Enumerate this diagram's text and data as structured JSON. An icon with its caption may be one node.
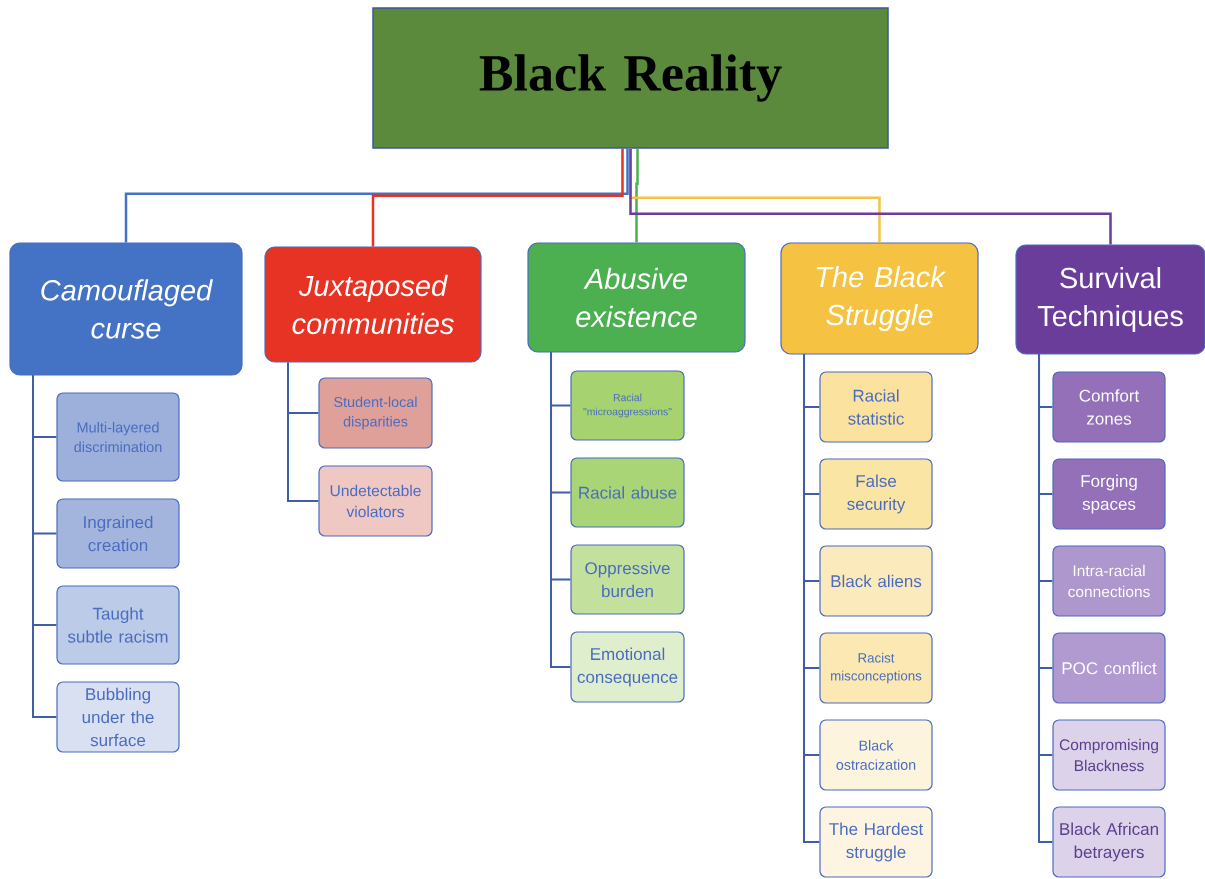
{
  "diagram": {
    "nodes": [
      {
        "text": [
          "Black Reality"
        ]
      },
      {
        "text": [
          "Camouflaged curse"
        ]
      },
      {
        "text": [
          "Juxtaposed communities"
        ]
      },
      {
        "text": [
          "Abusive existence"
        ]
      },
      {
        "text": [
          "The Black Struggle"
        ]
      },
      {
        "text": [
          "Survival Techniques"
        ]
      },
      {
        "text": [
          "Multi-layered discrimination"
        ]
      },
      {
        "text": [
          "Ingrained creation"
        ]
      },
      {
        "text": [
          "Taught subtle racism"
        ]
      },
      {
        "text": [
          "Bubbling under the surface"
        ]
      },
      {
        "text": [
          "Student-local disparities"
        ]
      },
      {
        "text": [
          "Undetectable violators"
        ]
      },
      {
        "text": [
          "Racial \"microaggressions\""
        ]
      },
      {
        "text": [
          "Racial abuse"
        ]
      },
      {
        "text": [
          "Oppressive burden"
        ]
      },
      {
        "text": [
          "Emotional consequence"
        ]
      },
      {
        "text": [
          "Racial statistic"
        ]
      },
      {
        "text": [
          "False security"
        ]
      },
      {
        "text": [
          "Black aliens"
        ]
      },
      {
        "text": [
          "Racist misconceptions"
        ]
      },
      {
        "text": [
          "Black ostracization"
        ]
      },
      {
        "text": [
          "The Hardest struggle"
        ]
      },
      {
        "text": [
          "Comfort zones"
        ]
      },
      {
        "text": [
          "Forging spaces"
        ]
      },
      {
        "text": [
          "Intra-racial connections"
        ]
      },
      {
        "text": [
          "POC conflict"
        ]
      },
      {
        "text": [
          "Compromising Blackness"
        ]
      },
      {
        "text": [
          "Black African betrayers"
        ]
      }
    ],
    "edges": [
      {
        "from": 0,
        "to": 1,
        "arrow": "none",
        "color": "#4472c4"
      },
      {
        "from": 0,
        "to": 2,
        "arrow": "none",
        "color": "#e63323"
      },
      {
        "from": 0,
        "to": 3,
        "arrow": "none",
        "color": "#4caf50"
      },
      {
        "from": 0,
        "to": 4,
        "arrow": "none",
        "color": "#f5c242"
      },
      {
        "from": 0,
        "to": 5,
        "arrow": "none",
        "color": "#6a3d9a"
      },
      {
        "from": 1,
        "to": 6,
        "arrow": "none"
      },
      {
        "from": 1,
        "to": 7,
        "arrow": "none"
      },
      {
        "from": 1,
        "to": 8,
        "arrow": "none"
      },
      {
        "from": 1,
        "to": 9,
        "arrow": "none"
      },
      {
        "from": 2,
        "to": 10,
        "arrow": "none"
      },
      {
        "from": 2,
        "to": 11,
        "arrow": "none"
      },
      {
        "from": 3,
        "to": 12,
        "arrow": "none"
      },
      {
        "from": 3,
        "to": 13,
        "arrow": "none"
      },
      {
        "from": 3,
        "to": 14,
        "arrow": "none"
      },
      {
        "from": 3,
        "to": 15,
        "arrow": "none"
      },
      {
        "from": 4,
        "to": 16,
        "arrow": "none"
      },
      {
        "from": 4,
        "to": 17,
        "arrow": "none"
      },
      {
        "from": 4,
        "to": 18,
        "arrow": "none"
      },
      {
        "from": 4,
        "to": 19,
        "arrow": "none"
      },
      {
        "from": 4,
        "to": 20,
        "arrow": "none"
      },
      {
        "from": 4,
        "to": 21,
        "arrow": "none"
      },
      {
        "from": 5,
        "to": 22,
        "arrow": "none"
      },
      {
        "from": 5,
        "to": 23,
        "arrow": "none"
      },
      {
        "from": 5,
        "to": 24,
        "arrow": "none"
      },
      {
        "from": 5,
        "to": 25,
        "arrow": "none"
      },
      {
        "from": 5,
        "to": 26,
        "arrow": "none"
      },
      {
        "from": 5,
        "to": 27,
        "arrow": "none"
      }
    ]
  }
}
